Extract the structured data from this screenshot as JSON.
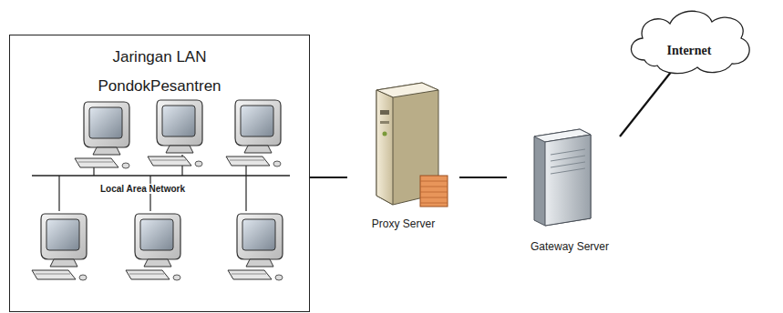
{
  "diagram": {
    "nodes": [
      {
        "text": [
          "Jaringan LAN PondokPesantren"
        ]
      },
      {
        "text": [
          "Proxy Server"
        ]
      },
      {
        "text": [
          "Gateway Server"
        ]
      },
      {
        "text": [
          "Internet"
        ]
      }
    ],
    "edges": [
      {
        "from": 0,
        "to": 1,
        "arrow": "none"
      },
      {
        "from": 1,
        "to": 2,
        "arrow": "none"
      },
      {
        "from": 2,
        "to": 3,
        "arrow": "none"
      }
    ],
    "labels": [
      "Local Area Network"
    ]
  }
}
